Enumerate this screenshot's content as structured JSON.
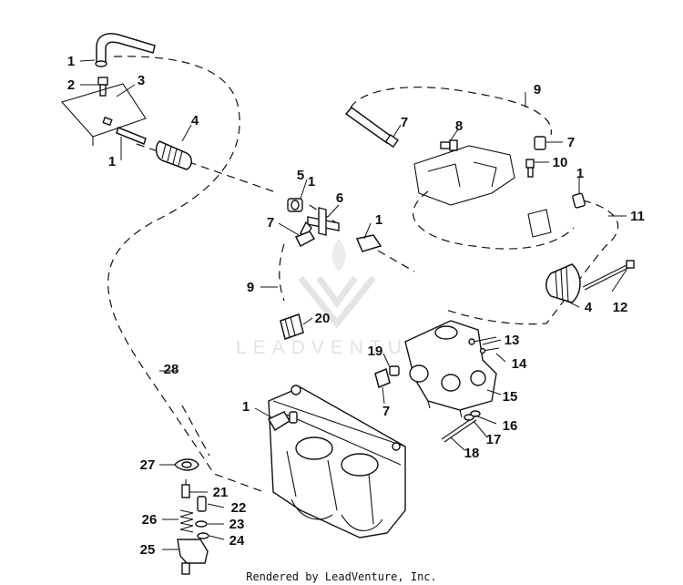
{
  "watermark": {
    "brand": "LEADVENTURE"
  },
  "footer": {
    "credit": "Rendered by LeadVenture, Inc."
  },
  "callouts": [
    {
      "id": "1a",
      "text": "1"
    },
    {
      "id": "2",
      "text": "2"
    },
    {
      "id": "3",
      "text": "3"
    },
    {
      "id": "4a",
      "text": "4"
    },
    {
      "id": "1b",
      "text": "1"
    },
    {
      "id": "9a",
      "text": "9"
    },
    {
      "id": "7a",
      "text": "7"
    },
    {
      "id": "8",
      "text": "8"
    },
    {
      "id": "7b",
      "text": "7"
    },
    {
      "id": "10",
      "text": "10"
    },
    {
      "id": "1c",
      "text": "1"
    },
    {
      "id": "11",
      "text": "11"
    },
    {
      "id": "5",
      "text": "5"
    },
    {
      "id": "1d",
      "text": "1"
    },
    {
      "id": "6",
      "text": "6"
    },
    {
      "id": "7c",
      "text": "7"
    },
    {
      "id": "1e",
      "text": "1"
    },
    {
      "id": "9b",
      "text": "9"
    },
    {
      "id": "4b",
      "text": "4"
    },
    {
      "id": "12",
      "text": "12"
    },
    {
      "id": "20",
      "text": "20"
    },
    {
      "id": "13",
      "text": "13"
    },
    {
      "id": "19",
      "text": "19"
    },
    {
      "id": "14",
      "text": "14"
    },
    {
      "id": "28",
      "text": "28"
    },
    {
      "id": "15",
      "text": "15"
    },
    {
      "id": "7d",
      "text": "7"
    },
    {
      "id": "1f",
      "text": "1"
    },
    {
      "id": "16",
      "text": "16"
    },
    {
      "id": "17",
      "text": "17"
    },
    {
      "id": "18",
      "text": "18"
    },
    {
      "id": "27",
      "text": "27"
    },
    {
      "id": "21",
      "text": "21"
    },
    {
      "id": "22",
      "text": "22"
    },
    {
      "id": "26",
      "text": "26"
    },
    {
      "id": "23",
      "text": "23"
    },
    {
      "id": "25",
      "text": "25"
    },
    {
      "id": "24",
      "text": "24"
    }
  ]
}
